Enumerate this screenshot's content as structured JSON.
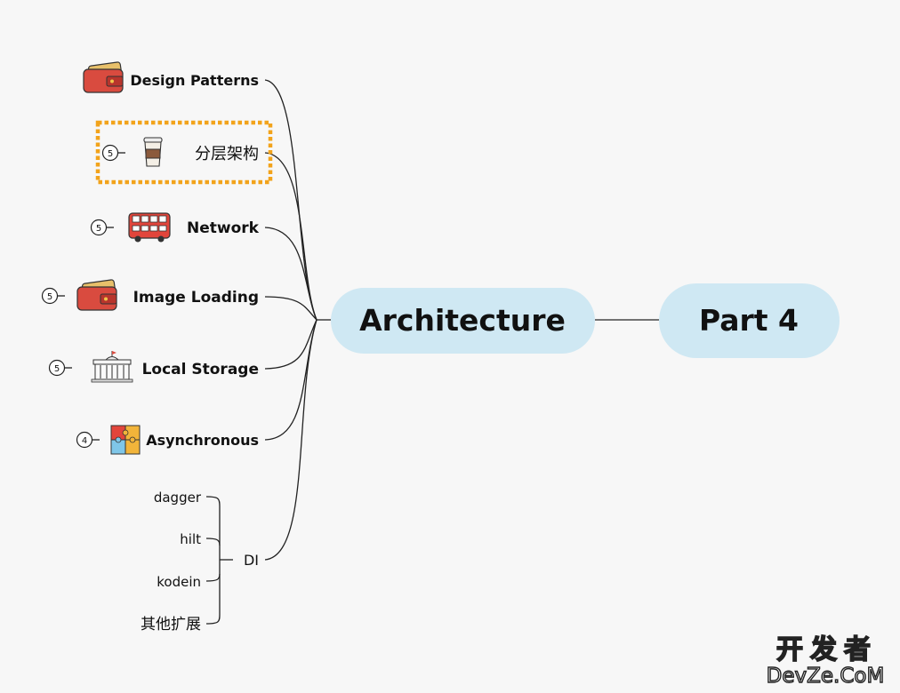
{
  "root": {
    "label": "Part 4"
  },
  "main": {
    "label": "Architecture"
  },
  "branches": [
    {
      "label": "Design Patterns",
      "badge": "",
      "icon": "wallet-icon"
    },
    {
      "label": "分层架构",
      "badge": "5",
      "icon": "coffee-cup-icon",
      "selected": true
    },
    {
      "label": "Network",
      "badge": "5",
      "icon": "bus-icon"
    },
    {
      "label": "Image Loading",
      "badge": "5",
      "icon": "wallet-icon"
    },
    {
      "label": "Local Storage",
      "badge": "5",
      "icon": "government-building-icon"
    },
    {
      "label": "Asynchronous",
      "badge": "4",
      "icon": "puzzle-icon"
    }
  ],
  "di": {
    "label": "DI",
    "children": [
      "dagger",
      "hilt",
      "kodein",
      "其他扩展"
    ]
  },
  "colors": {
    "pill": "#cfe8f3",
    "selection": "#f2a31b",
    "line": "#222222"
  },
  "watermark": {
    "cn": "开发者",
    "en": "DevZe.CoM"
  }
}
